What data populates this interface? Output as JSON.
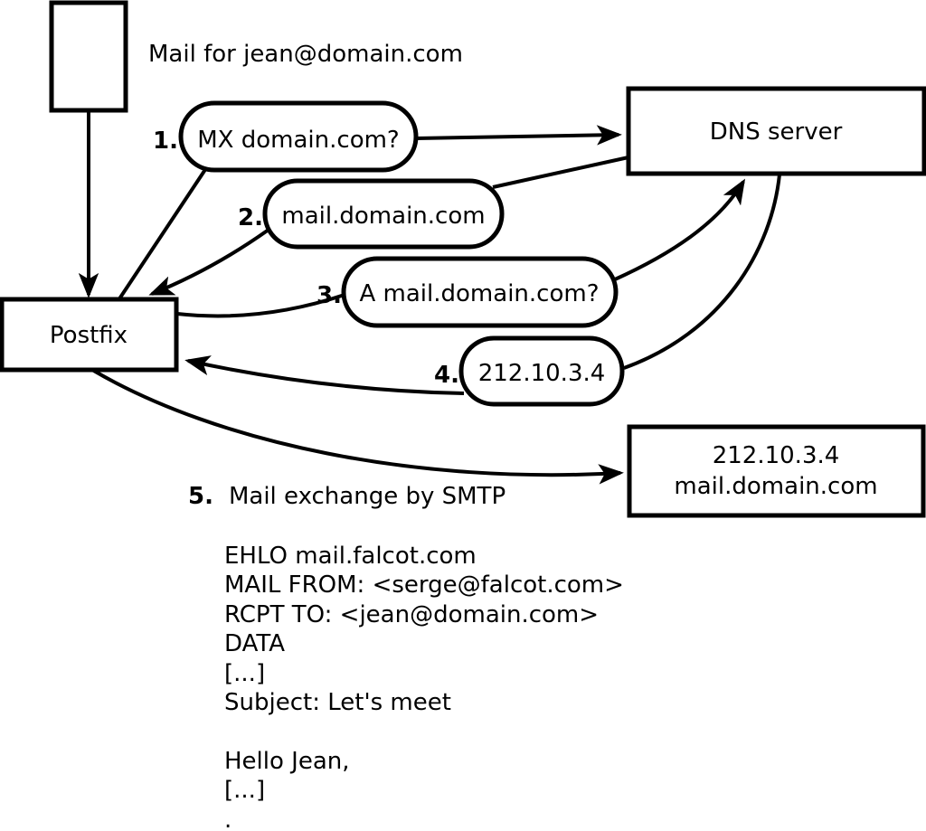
{
  "diagram": {
    "caption": "Mail for jean@domain.com",
    "colors": {
      "stroke": "#000000",
      "background": "#ffffff"
    },
    "nodes": {
      "postfix": {
        "label": "Postfix"
      },
      "dns": {
        "label": "DNS server"
      },
      "mailserver": {
        "lines": [
          "212.10.3.4",
          "mail.domain.com"
        ]
      }
    },
    "steps": [
      {
        "num": "1.",
        "label": "MX domain.com?"
      },
      {
        "num": "2.",
        "label": "mail.domain.com"
      },
      {
        "num": "3.",
        "label": "A mail.domain.com?"
      },
      {
        "num": "4.",
        "label": "212.10.3.4"
      },
      {
        "num": "5.",
        "label": "Mail exchange by SMTP"
      }
    ]
  },
  "smtp_session": {
    "lines": [
      "EHLO mail.falcot.com",
      "MAIL FROM: <serge@falcot.com>",
      "RCPT TO: <jean@domain.com>",
      "DATA",
      "[...]",
      "Subject: Let's meet",
      "",
      "Hello Jean,",
      "[...]",
      "."
    ]
  }
}
